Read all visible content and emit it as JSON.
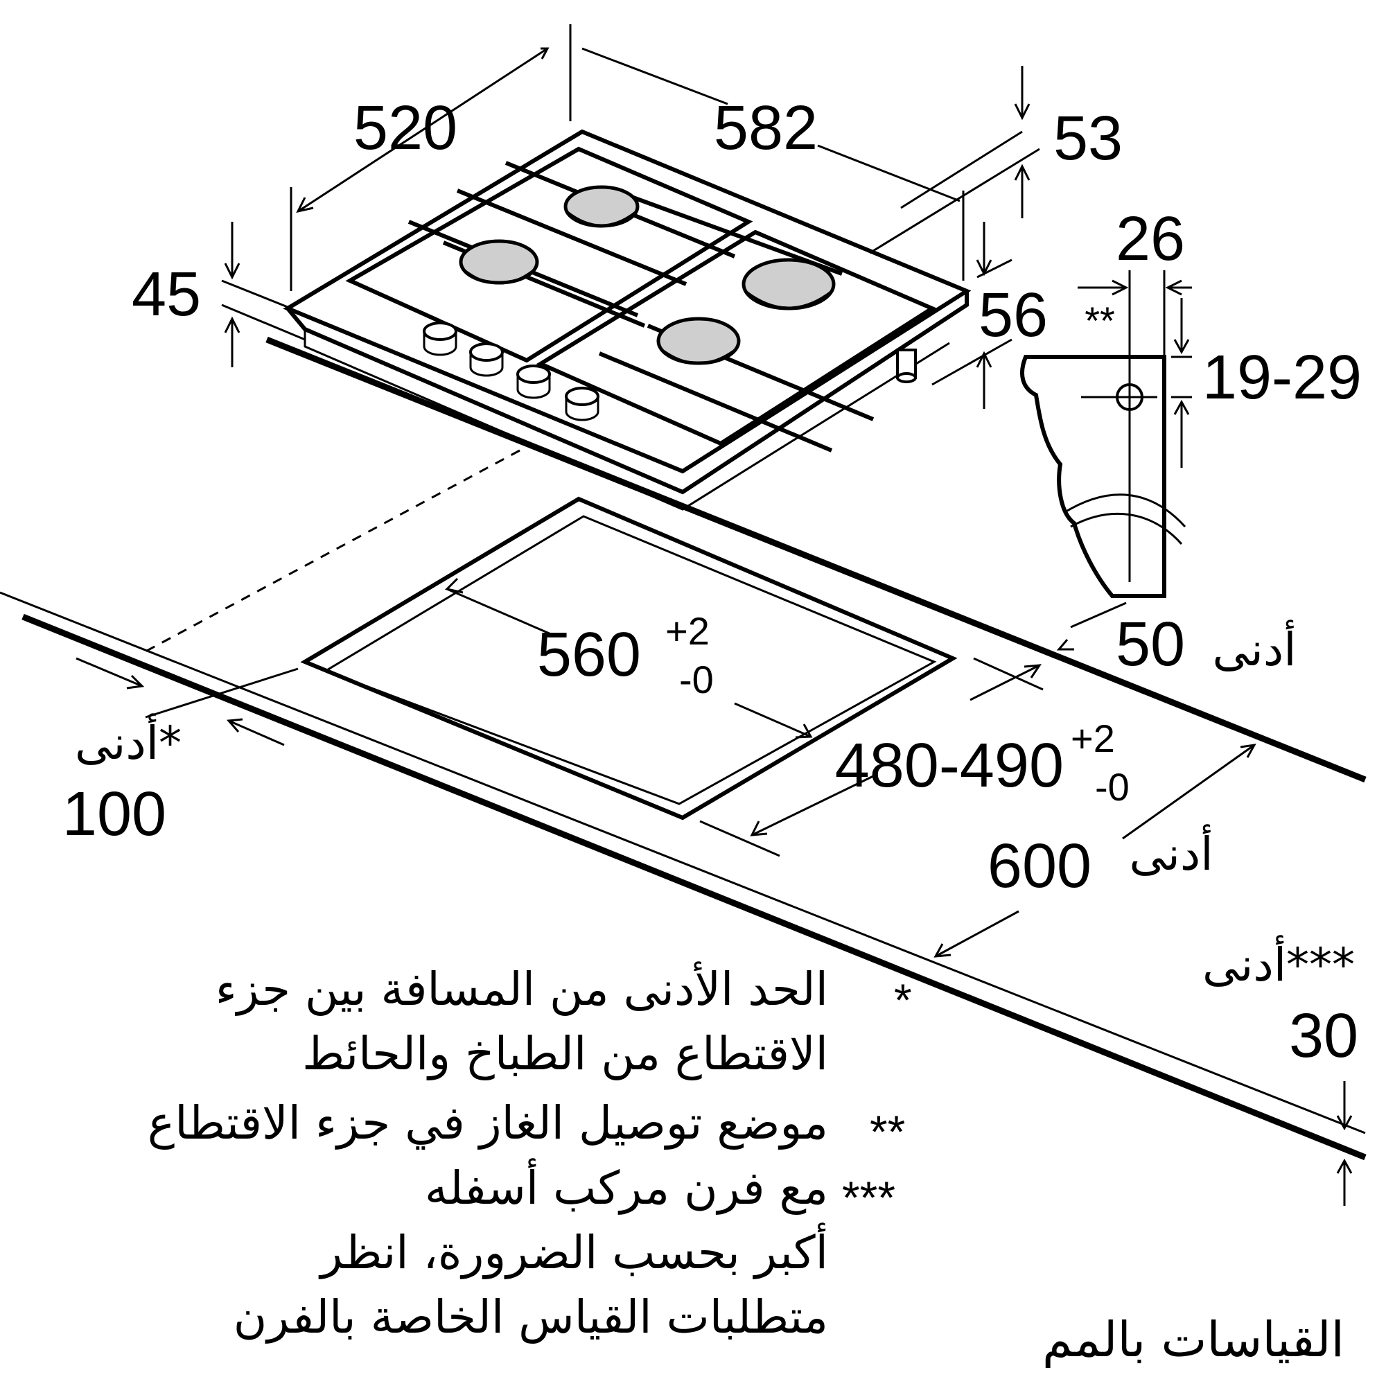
{
  "dimensions": {
    "d520": "520",
    "d582": "582",
    "d53": "53",
    "d45": "45",
    "d56": "56",
    "d26": "26",
    "d19_29": "19-29",
    "gas_mark": "**",
    "cutout_width_base": "560",
    "cutout_width_plus": "+2",
    "cutout_width_minus": "-0",
    "cutout_depth_base": "480-490",
    "cutout_depth_plus": "+2",
    "cutout_depth_minus": "-0"
  },
  "clearances": {
    "min_word": "أدنى",
    "min_50_value": "50",
    "min_600_value": "600",
    "min_100_label": "أدنى*",
    "min_100_value": "100",
    "min_30_label": "أدنى***",
    "min_30_value": "30"
  },
  "notes": [
    {
      "mark": "*",
      "lines": [
        "الحد الأدنى من المسافة بين جزء",
        "الاقتطاع من الطباخ والحائط"
      ]
    },
    {
      "mark": "**",
      "lines": [
        "موضع توصيل الغاز في جزء الاقتطاع"
      ]
    },
    {
      "mark": "***",
      "lines": [
        "مع فرن مركب أسفله",
        "أكبر بحسب الضرورة، انظر",
        "متطلبات القياس الخاصة بالفرن"
      ]
    }
  ],
  "units_label": "القياسات بالمم"
}
